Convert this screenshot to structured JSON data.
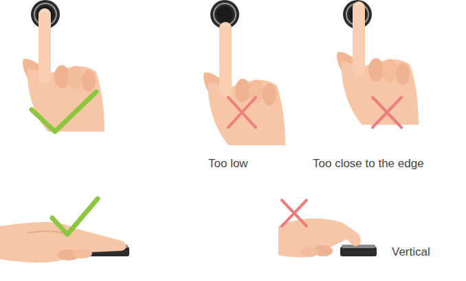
{
  "diagram": {
    "labels": [
      "Too low",
      "Too close to the edge",
      "Vertical"
    ]
  }
}
